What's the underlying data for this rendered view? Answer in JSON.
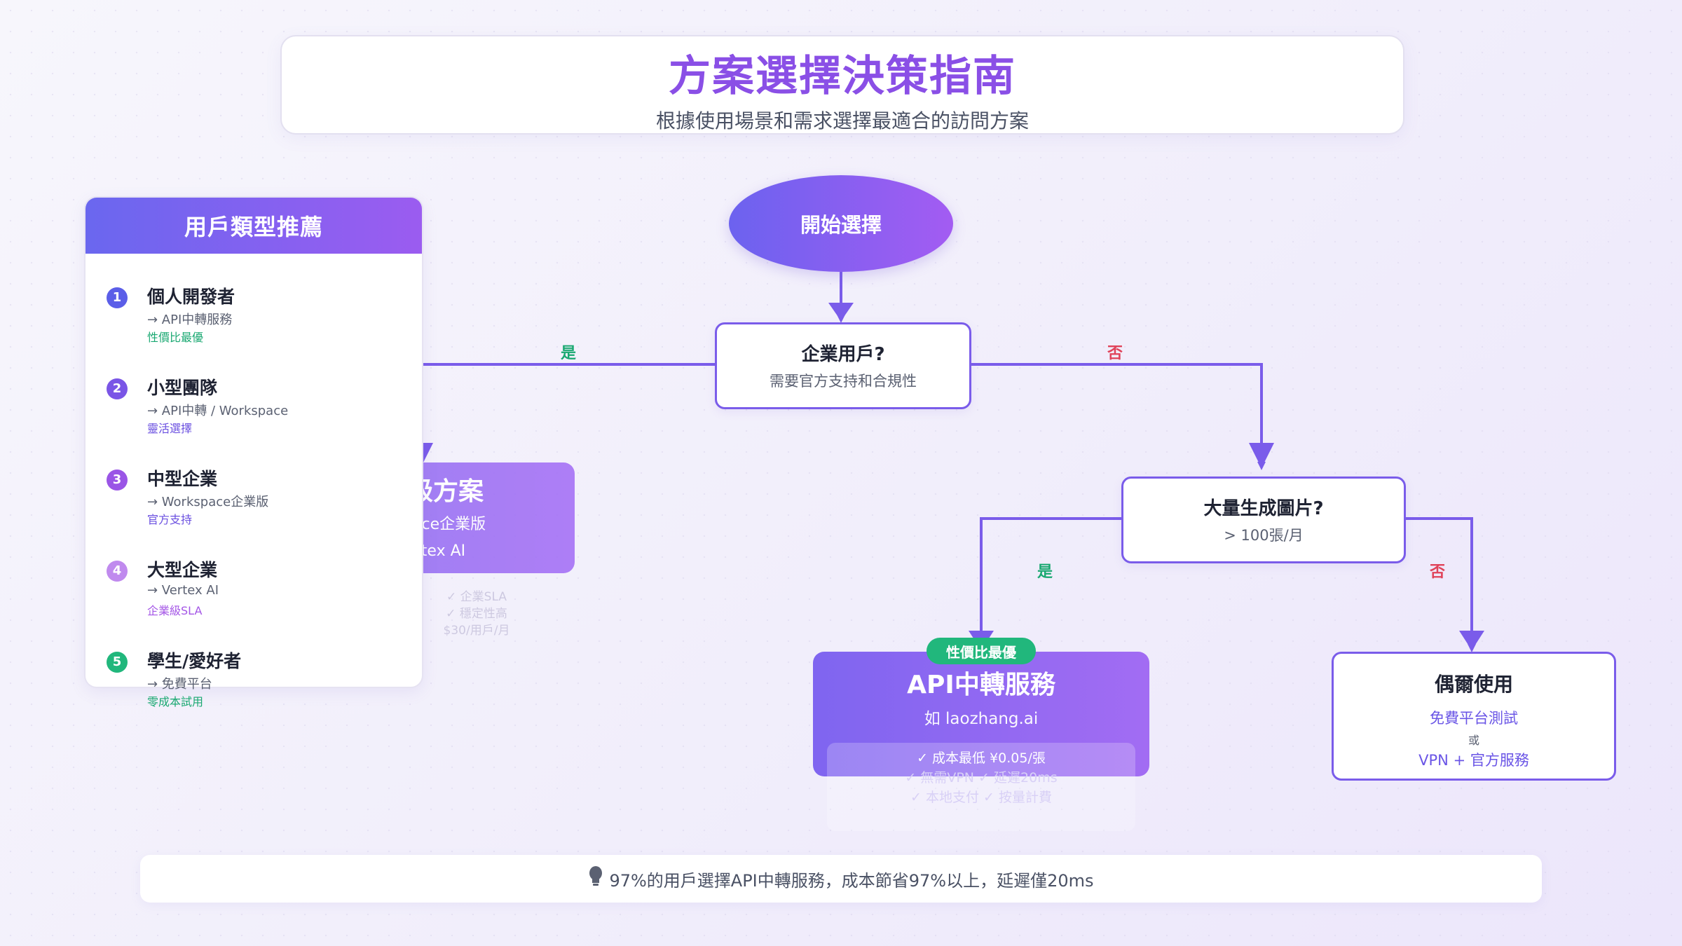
{
  "title": {
    "main": "方案選擇決策指南",
    "subtitle": "根據使用場景和需求選擇最適合的訪問方案"
  },
  "sidebar": {
    "header": "用戶類型推薦",
    "items": [
      {
        "num": "1",
        "name": "個人開發者",
        "rec": "→ API中轉服務",
        "tag": "性價比最優",
        "color": "#5b5ee8",
        "tag_color": "#19a871"
      },
      {
        "num": "2",
        "name": "小型團隊",
        "rec": "→ API中轉 / Workspace",
        "tag": "靈活選擇",
        "color": "#7a55e6",
        "tag_color": "#6a4fe0"
      },
      {
        "num": "3",
        "name": "中型企業",
        "rec": "→ Workspace企業版",
        "tag": "官方支持",
        "color": "#9a55e6",
        "tag_color": "#6a4fe0"
      },
      {
        "num": "4",
        "name": "大型企業",
        "rec": "→ Vertex AI",
        "tag": "企業級SLA",
        "color": "#c08aee",
        "tag_color": "#a456e6"
      },
      {
        "num": "5",
        "name": "學生/愛好者",
        "rec": "→ 免費平台",
        "tag": "零成本試用",
        "color": "#21b77c",
        "tag_color": "#19a871"
      }
    ]
  },
  "flow": {
    "start": "開始選擇",
    "decision1": {
      "title": "企業用戶?",
      "sub": "需要官方支持和合規性",
      "yes": "是",
      "no": "否"
    },
    "decision2": {
      "title": "大量生成圖片?",
      "sub": "> 100張/月",
      "yes": "是",
      "no": "否"
    },
    "enterprise": {
      "title": "企業級方案",
      "line1": "Workspace企業版",
      "line2": "或 Vertex AI",
      "benefits": [
        "✓ 企業SLA",
        "✓ 穩定性高",
        "$30/用戶/月"
      ]
    },
    "api": {
      "badge": "性價比最優",
      "title": "API中轉服務",
      "sub": "如 laozhang.ai",
      "benefits": [
        "✓ 成本最低 ¥0.05/張",
        "✓ 無需VPN ✓ 延遲20ms",
        "✓ 本地支付 ✓ 按量計費"
      ]
    },
    "occasional": {
      "title": "偶爾使用",
      "line1": "免費平台測試",
      "or": "或",
      "line2": "VPN + 官方服務"
    }
  },
  "footer": {
    "icon": "lightbulb-icon",
    "text": "97%的用戶選擇API中轉服務，成本節省97%以上，延遲僅20ms"
  },
  "colors": {
    "accent": "#7a5cea",
    "yes": "#19a871",
    "no": "#e0435a",
    "title": "#8a4fe6"
  }
}
